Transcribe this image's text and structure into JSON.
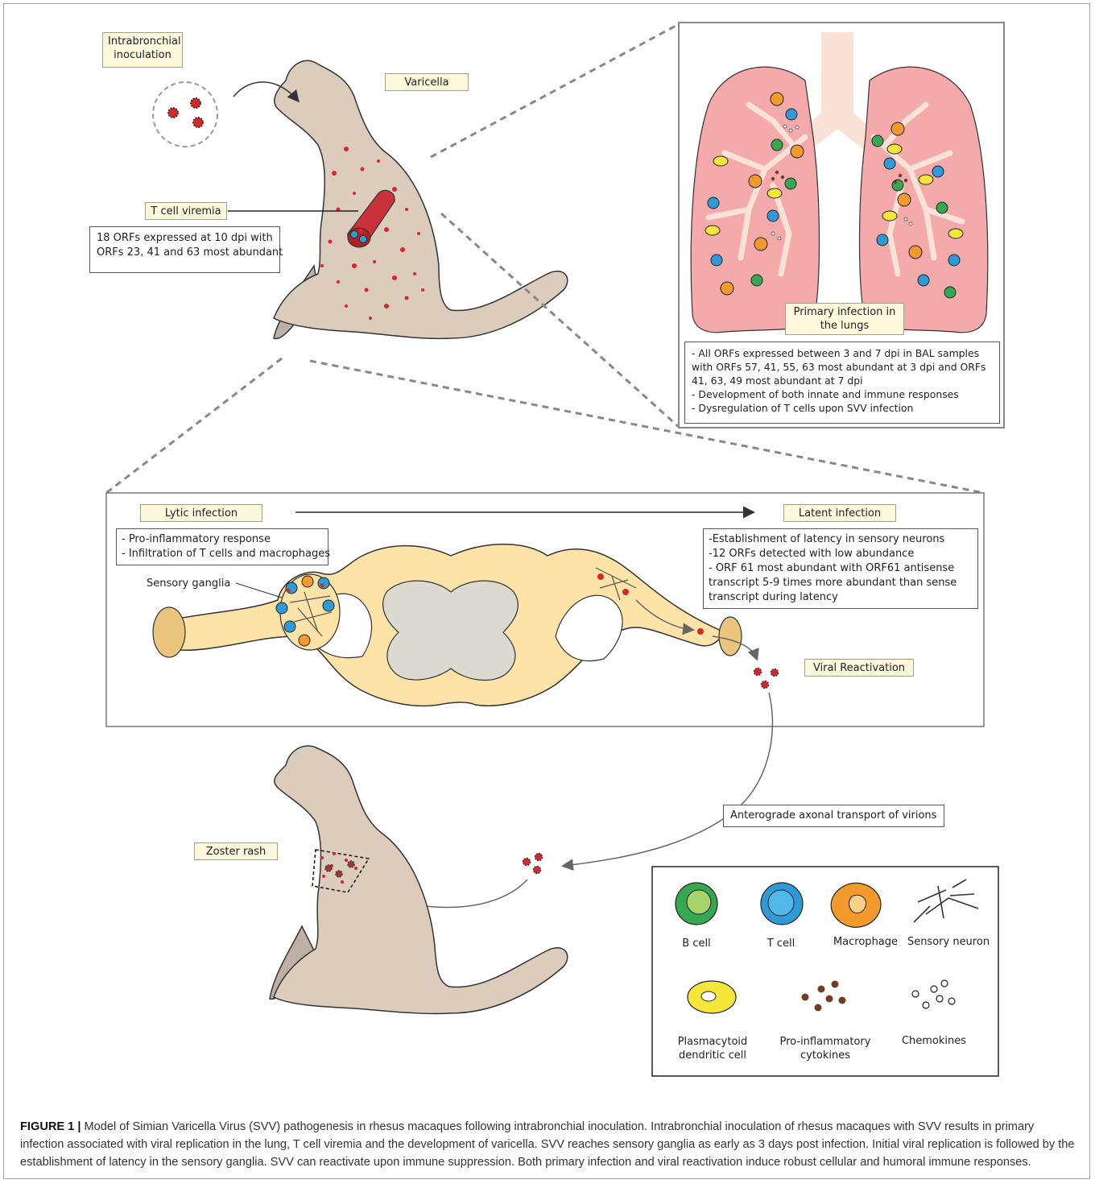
{
  "labels": {
    "inoculation": "Intrabronchial inoculation",
    "varicella": "Varicella",
    "t_cell_viremia": "T cell viremia",
    "primary_infection": "Primary infection in the lungs",
    "lytic_infection": "Lytic infection",
    "latent_infection": "Latent infection",
    "viral_reactivation": "Viral Reactivation",
    "zoster_rash": "Zoster rash",
    "anterograde": "Anterograde axonal transport of virions",
    "sensory_ganglia": "Sensory ganglia"
  },
  "boxes": {
    "viremia_orfs": [
      "18 ORFs expressed at 10 dpi with",
      "ORFs 23, 41 and 63 most abundant"
    ],
    "lung_notes": [
      "- All ORFs expressed between 3 and 7 dpi in BAL samples",
      "with ORFs 57, 41,   55, 63 most abundant at 3 dpi  and ORFs",
      "41, 63, 49 most abundant at 7 dpi",
      "- Development of both innate and immune responses",
      "- Dysregulation of T cells upon SVV infection"
    ],
    "lytic_notes": [
      "- Pro-inflammatory response",
      "- Infiltration of T cells and macrophages"
    ],
    "latent_notes": [
      "-Establishment of latency in sensory neurons",
      "-12 ORFs detected with low abundance",
      "- ORF 61 most abundant  with ORF61 antisense",
      "transcript 5-9 times more abundant than sense",
      "transcript during latency"
    ]
  },
  "legend": {
    "b_cell": "B cell",
    "t_cell": "T cell",
    "macrophage": "Macrophage",
    "sensory_neuron": "Sensory neuron",
    "pdc_line1": "Plasmacytoid",
    "pdc_line2": "dendritic cell",
    "cytokines_line1": "Pro-inflammatory",
    "cytokines_line2": "cytokines",
    "chemokines": "Chemokines"
  },
  "caption": {
    "lead": "FIGURE 1 |",
    "text": " Model of Simian Varicella Virus (SVV) pathogenesis in rhesus macaques following intrabronchial inoculation. Intrabronchial inoculation of rhesus macaques with SVV results in primary infection associated with viral replication in the lung, T cell viremia and the development of varicella. SVV reaches sensory ganglia as early as 3 days post infection. Initial viral replication is followed by the establishment of latency in the sensory ganglia. SVV can reactivate upon immune suppression. Both primary infection and viral reactivation induce robust cellular and humoral immune responses."
  },
  "colors": {
    "monkey": "#dcccbb",
    "lung": "#f4a9ab",
    "airway": "#fbe2d6",
    "ganglion": "#fde3a8",
    "grey_matter": "#dcd9d0",
    "virion": "#d9262b",
    "b_cell": "#34a853",
    "t_cell": "#2e9bd6",
    "macrophage": "#f39a2d",
    "pdc": "#f7e63a"
  }
}
